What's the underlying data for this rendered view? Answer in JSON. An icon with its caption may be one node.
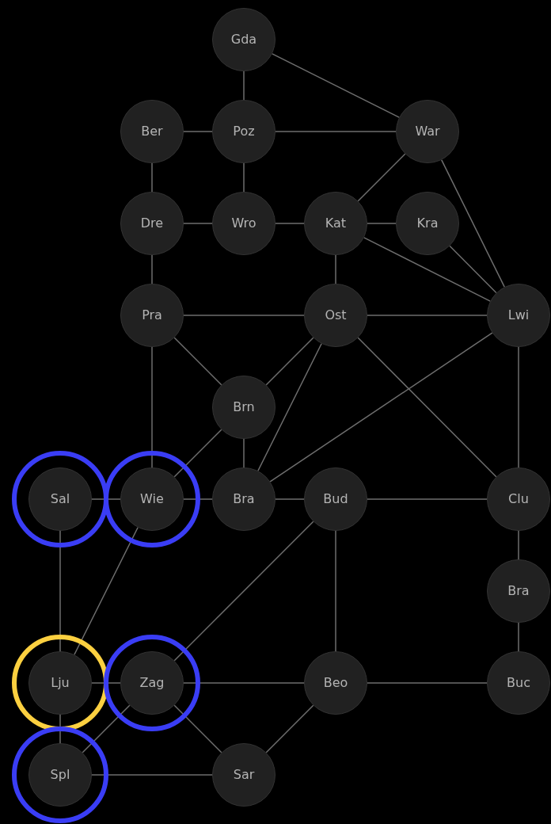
{
  "diagram": {
    "nodes": [
      {
        "text": [
          "Gda"
        ]
      },
      {
        "text": [
          "Ber"
        ]
      },
      {
        "text": [
          "Poz"
        ]
      },
      {
        "text": [
          "War"
        ]
      },
      {
        "text": [
          "Dre"
        ]
      },
      {
        "text": [
          "Wro"
        ]
      },
      {
        "text": [
          "Kat"
        ]
      },
      {
        "text": [
          "Kra"
        ]
      },
      {
        "text": [
          "Pra"
        ]
      },
      {
        "text": [
          "Ost"
        ]
      },
      {
        "text": [
          "Lwi"
        ]
      },
      {
        "text": [
          "Brn"
        ]
      },
      {
        "text": [
          "Sal"
        ]
      },
      {
        "text": [
          "Wie"
        ]
      },
      {
        "text": [
          "Bra"
        ]
      },
      {
        "text": [
          "Bud"
        ]
      },
      {
        "text": [
          "Clu"
        ]
      },
      {
        "text": [
          "Bra"
        ]
      },
      {
        "text": [
          "Lju"
        ]
      },
      {
        "text": [
          "Zag"
        ]
      },
      {
        "text": [
          "Beo"
        ]
      },
      {
        "text": [
          "Buc"
        ]
      },
      {
        "text": [
          "Spl"
        ]
      },
      {
        "text": [
          "Sar"
        ]
      }
    ],
    "edges": [
      {
        "from": 0,
        "to": 2,
        "arrow": "none"
      },
      {
        "from": 0,
        "to": 3,
        "arrow": "none"
      },
      {
        "from": 1,
        "to": 2,
        "arrow": "none"
      },
      {
        "from": 2,
        "to": 3,
        "arrow": "none"
      },
      {
        "from": 1,
        "to": 4,
        "arrow": "none"
      },
      {
        "from": 2,
        "to": 5,
        "arrow": "none"
      },
      {
        "from": 3,
        "to": 6,
        "arrow": "none"
      },
      {
        "from": 3,
        "to": 10,
        "arrow": "none"
      },
      {
        "from": 4,
        "to": 5,
        "arrow": "none"
      },
      {
        "from": 5,
        "to": 6,
        "arrow": "none"
      },
      {
        "from": 6,
        "to": 7,
        "arrow": "none"
      },
      {
        "from": 6,
        "to": 10,
        "arrow": "none"
      },
      {
        "from": 7,
        "to": 10,
        "arrow": "none"
      },
      {
        "from": 4,
        "to": 8,
        "arrow": "none"
      },
      {
        "from": 6,
        "to": 9,
        "arrow": "none"
      },
      {
        "from": 8,
        "to": 9,
        "arrow": "none"
      },
      {
        "from": 9,
        "to": 10,
        "arrow": "none"
      },
      {
        "from": 8,
        "to": 11,
        "arrow": "none"
      },
      {
        "from": 8,
        "to": 13,
        "arrow": "none"
      },
      {
        "from": 9,
        "to": 11,
        "arrow": "none"
      },
      {
        "from": 9,
        "to": 14,
        "arrow": "none"
      },
      {
        "from": 9,
        "to": 16,
        "arrow": "none"
      },
      {
        "from": 10,
        "to": 14,
        "arrow": "none"
      },
      {
        "from": 10,
        "to": 16,
        "arrow": "none"
      },
      {
        "from": 11,
        "to": 13,
        "arrow": "none"
      },
      {
        "from": 11,
        "to": 14,
        "arrow": "none"
      },
      {
        "from": 12,
        "to": 13,
        "arrow": "none"
      },
      {
        "from": 13,
        "to": 14,
        "arrow": "none"
      },
      {
        "from": 14,
        "to": 15,
        "arrow": "none"
      },
      {
        "from": 15,
        "to": 16,
        "arrow": "none"
      },
      {
        "from": 12,
        "to": 18,
        "arrow": "none"
      },
      {
        "from": 13,
        "to": 18,
        "arrow": "none"
      },
      {
        "from": 15,
        "to": 19,
        "arrow": "none"
      },
      {
        "from": 15,
        "to": 20,
        "arrow": "none"
      },
      {
        "from": 16,
        "to": 17,
        "arrow": "none"
      },
      {
        "from": 17,
        "to": 21,
        "arrow": "none"
      },
      {
        "from": 18,
        "to": 19,
        "arrow": "none"
      },
      {
        "from": 19,
        "to": 20,
        "arrow": "none"
      },
      {
        "from": 20,
        "to": 21,
        "arrow": "none"
      },
      {
        "from": 18,
        "to": 22,
        "arrow": "none"
      },
      {
        "from": 19,
        "to": 22,
        "arrow": "none"
      },
      {
        "from": 19,
        "to": 23,
        "arrow": "none"
      },
      {
        "from": 20,
        "to": 23,
        "arrow": "none"
      },
      {
        "from": 22,
        "to": 23,
        "arrow": "none"
      }
    ]
  }
}
